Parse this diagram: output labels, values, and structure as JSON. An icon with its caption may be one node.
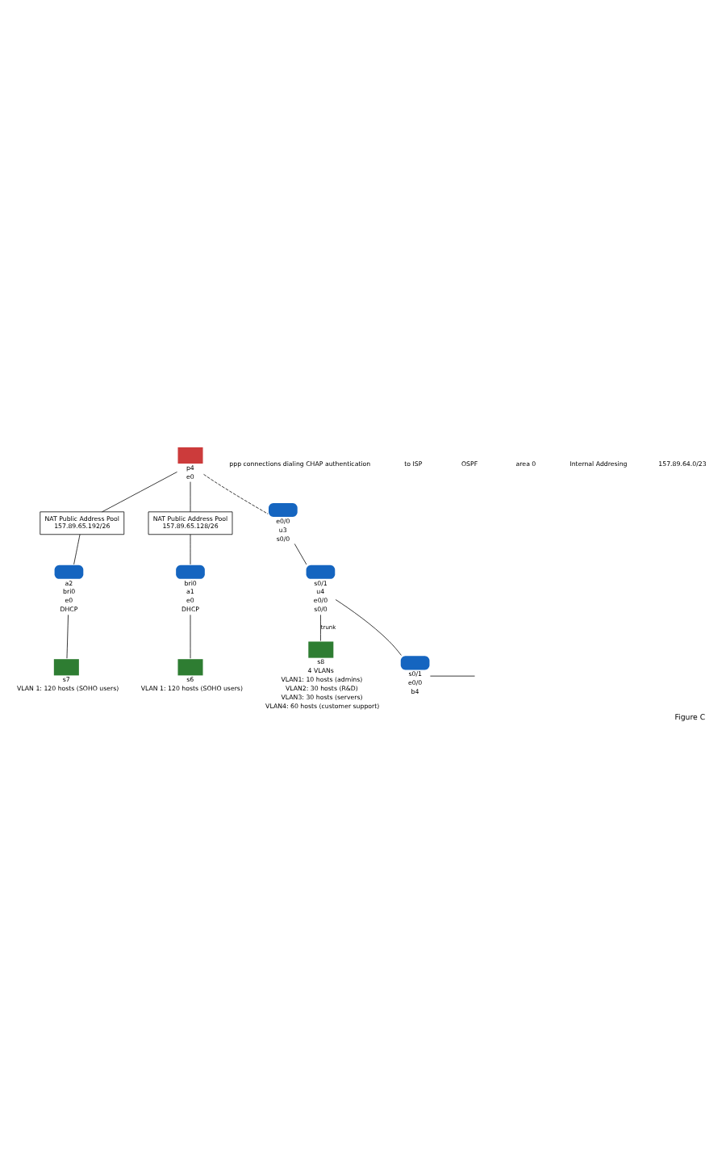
{
  "diagram": {
    "caption": "Figure C",
    "nodes": [
      {
        "text": [],
        "shape": "box",
        "beside": [
          "p4",
          "e0"
        ]
      },
      {
        "text": [
          "NAT Public Address Pool",
          "157.89.65.192/26"
        ]
      },
      {
        "text": [],
        "shape": "cylinder",
        "beside": [
          "a2",
          "bri0",
          "e0",
          "DHCP"
        ]
      },
      {
        "text": [],
        "shape": "box",
        "beside": [
          "s7",
          "VLAN 1: 120 hosts (SOHO users)"
        ]
      },
      {
        "text": [
          "NAT Public Address Pool",
          "157.89.65.128/26"
        ]
      },
      {
        "text": [],
        "shape": "cylinder",
        "beside": [
          "bri0",
          "a1",
          "e0",
          "DHCP"
        ]
      },
      {
        "text": [],
        "shape": "box",
        "beside": [
          "s6",
          "VLAN 1: 120 hosts (SOHO users)"
        ]
      },
      {
        "text": [],
        "shape": "cylinder",
        "beside": [
          "e0/0",
          "u3",
          "s0/0"
        ]
      },
      {
        "text": [],
        "shape": "cylinder",
        "beside": [
          "s0/1",
          "u4",
          "e0/0",
          "s0/0"
        ]
      },
      {
        "text": [],
        "shape": "box",
        "beside": [
          "s8",
          "4 VLANs",
          "VLAN1: 10 hosts (admins)",
          "VLAN2: 30 hosts (R&D)",
          "VLAN3: 30 hosts (servers)",
          "VLAN4: 60 hosts (customer support)"
        ]
      },
      {
        "text": [],
        "shape": "cylinder",
        "beside": [
          "s0/1",
          "e0/0",
          "b4"
        ]
      }
    ],
    "edges": [
      {
        "from": 0,
        "to": 1,
        "arrow": "none"
      },
      {
        "from": 1,
        "to": 2,
        "arrow": "none"
      },
      {
        "from": 2,
        "to": 3,
        "arrow": "none"
      },
      {
        "from": 0,
        "to": 4,
        "arrow": "none"
      },
      {
        "from": 4,
        "to": 5,
        "arrow": "none"
      },
      {
        "from": 5,
        "to": 6,
        "arrow": "none"
      },
      {
        "from": 0,
        "to": 7,
        "arrow": "none",
        "style": "dashed"
      },
      {
        "from": 7,
        "to": 8,
        "arrow": "none"
      },
      {
        "from": 8,
        "to": 9,
        "arrow": "none",
        "label": "trunk"
      },
      {
        "from": 8,
        "to": 10,
        "arrow": "none"
      },
      {
        "from": 10,
        "to": null,
        "arrow": "none"
      }
    ],
    "labels": [
      "ppp connections dialing CHAP authentication",
      "to ISP",
      "OSPF",
      "area 0",
      "Internal Addresing",
      "157.89.64.0/23"
    ]
  }
}
